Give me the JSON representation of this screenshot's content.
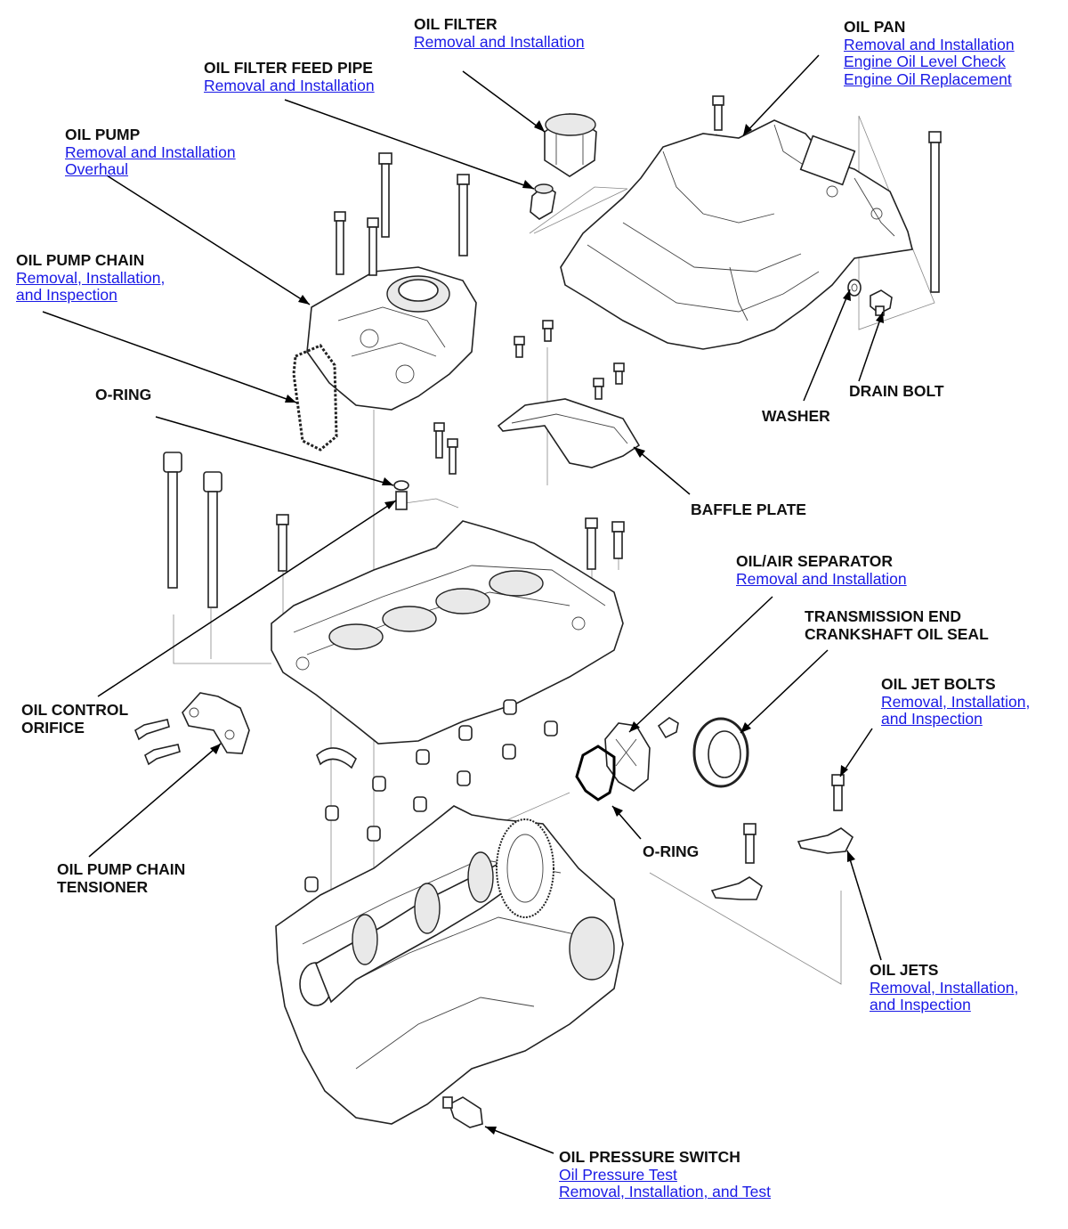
{
  "labels": {
    "oil_filter": {
      "title": "OIL FILTER",
      "links": [
        "Removal and Installation"
      ]
    },
    "oil_pan": {
      "title": "OIL PAN",
      "links": [
        "Removal and Installation",
        "Engine Oil Level Check",
        "Engine Oil Replacement"
      ]
    },
    "oil_filter_feed_pipe": {
      "title": "OIL FILTER FEED PIPE",
      "links": [
        "Removal and Installation"
      ]
    },
    "oil_pump": {
      "title": "OIL PUMP",
      "links": [
        "Removal and Installation",
        "Overhaul"
      ]
    },
    "oil_pump_chain": {
      "title": "OIL PUMP CHAIN",
      "links": [
        "Removal, Installation, ",
        "and Inspection"
      ]
    },
    "o_ring_upper": {
      "title": "O-RING"
    },
    "drain_bolt": {
      "title": "DRAIN BOLT"
    },
    "washer": {
      "title": "WASHER"
    },
    "baffle_plate": {
      "title": "BAFFLE PLATE"
    },
    "oil_air_separator": {
      "title": "OIL/AIR SEPARATOR",
      "links": [
        "Removal and Installation"
      ]
    },
    "transmission_seal": {
      "title_lines": [
        "TRANSMISSION END",
        "CRANKSHAFT OIL SEAL"
      ]
    },
    "oil_jet_bolts": {
      "title": "OIL JET BOLTS",
      "links": [
        "Removal, Installation, ",
        "and Inspection"
      ]
    },
    "oil_control_orifice": {
      "title_lines": [
        "OIL CONTROL",
        "ORIFICE"
      ]
    },
    "o_ring_lower": {
      "title": "O-RING"
    },
    "oil_pump_chain_tensioner": {
      "title_lines": [
        "OIL PUMP CHAIN",
        "TENSIONER"
      ]
    },
    "oil_jets": {
      "title": "OIL JETS",
      "links": [
        "Removal, Installation, ",
        "and Inspection"
      ]
    },
    "oil_pressure_switch": {
      "title": "OIL PRESSURE SWITCH",
      "links": [
        "Oil Pressure Test",
        "Removal, Installation, and Test"
      ]
    }
  }
}
